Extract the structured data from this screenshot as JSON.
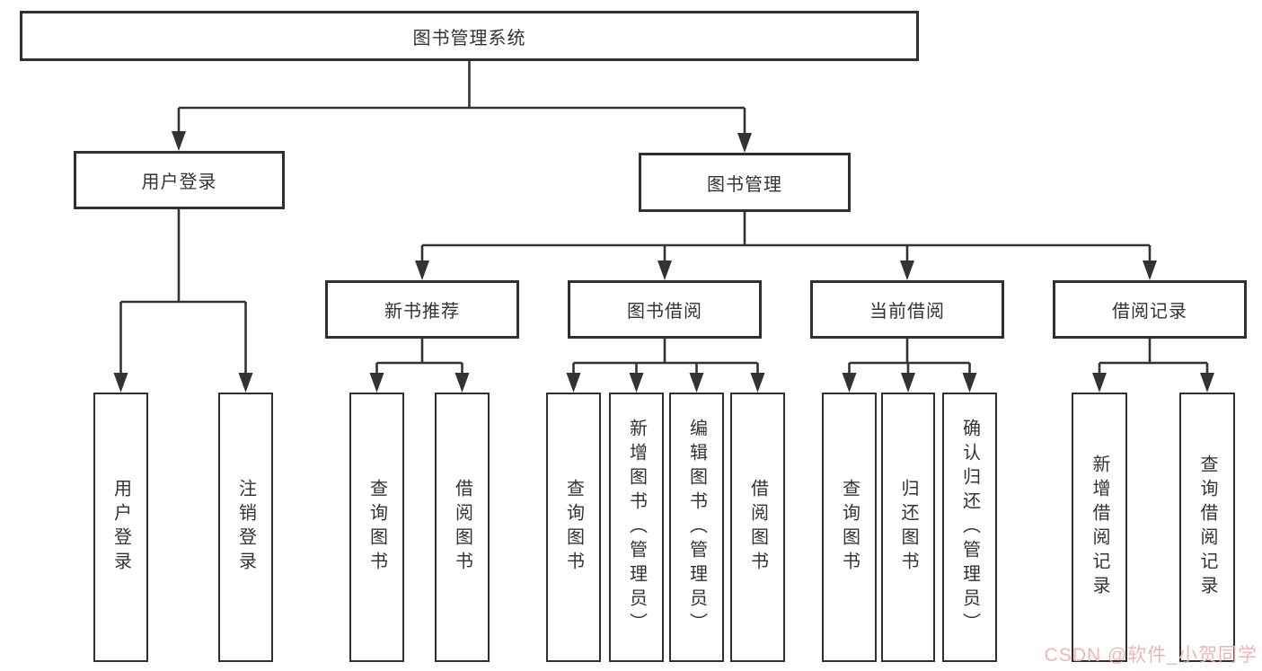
{
  "diagram": {
    "root": {
      "label": "图书管理系统"
    },
    "level1": [
      {
        "label": "用户登录"
      },
      {
        "label": "图书管理"
      }
    ],
    "level2": [
      {
        "label": "新书推荐"
      },
      {
        "label": "图书借阅"
      },
      {
        "label": "当前借阅"
      },
      {
        "label": "借阅记录"
      }
    ],
    "leaves": [
      {
        "label": "用户登录"
      },
      {
        "label": "注销登录"
      },
      {
        "label": "查询图书"
      },
      {
        "label": "借阅图书"
      },
      {
        "label": "查询图书"
      },
      {
        "label": "新增图书（管理员）"
      },
      {
        "label": "编辑图书（管理员）"
      },
      {
        "label": "借阅图书"
      },
      {
        "label": "查询图书"
      },
      {
        "label": "归还图书"
      },
      {
        "label": "确认归还（管理员）"
      },
      {
        "label": "新增借阅记录"
      },
      {
        "label": "查询借阅记录"
      }
    ],
    "line_color": "#333333",
    "box_fill": "#ffffff"
  },
  "watermark": {
    "text": "CSDN @软件_小贺同学",
    "color": "#ebb2b2"
  }
}
